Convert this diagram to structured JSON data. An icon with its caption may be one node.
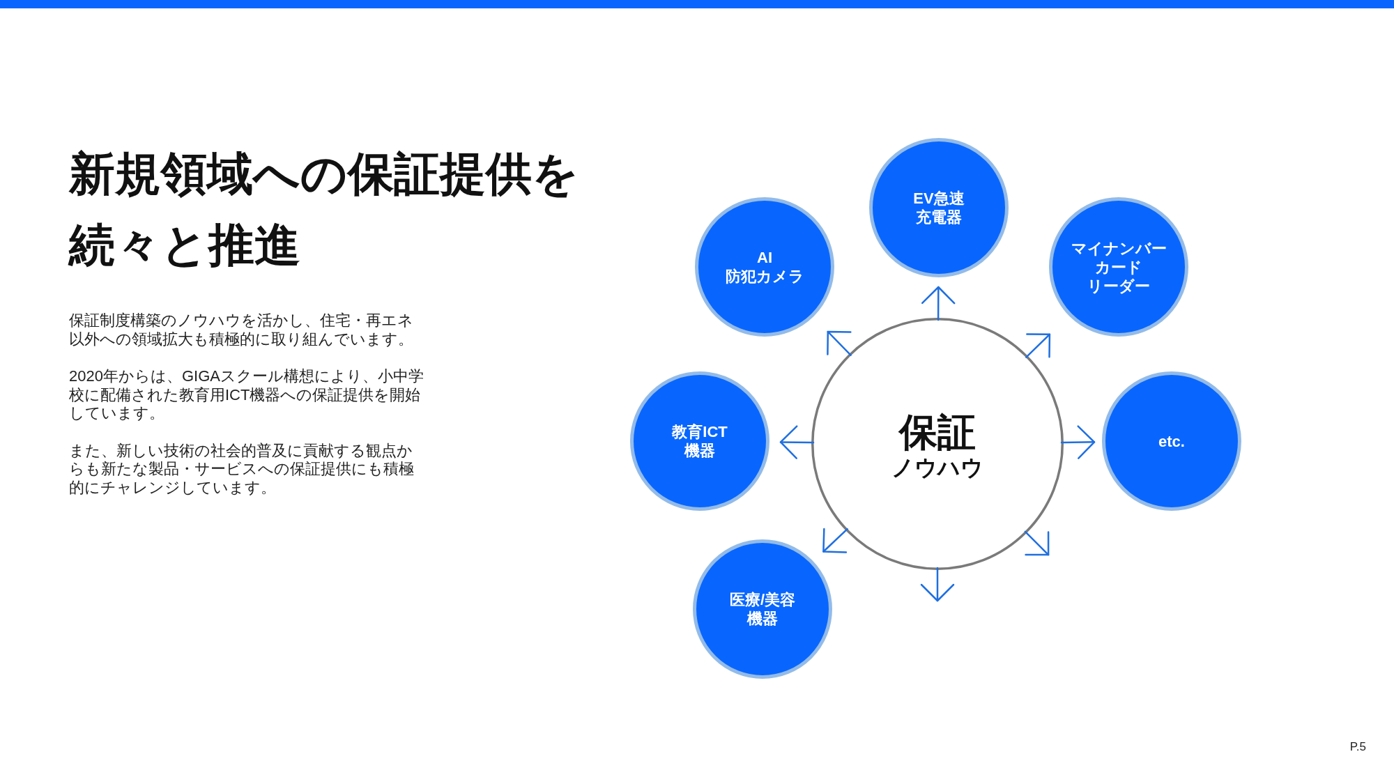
{
  "diagram": {
    "title": "新規領域への保証提供を続々と推進",
    "nodes": [
      {
        "text": [
          "EV急速充電器"
        ]
      },
      {
        "text": [
          "AI 防犯カメラ"
        ]
      },
      {
        "text": [
          "マイナンバーカードリーダー"
        ]
      },
      {
        "text": [
          "教育ICT機器"
        ]
      },
      {
        "text": [
          "保証",
          "ノウハウ"
        ]
      },
      {
        "text": [
          "etc."
        ]
      },
      {
        "text": [
          "医療/美容機器"
        ]
      }
    ],
    "edges": [
      {
        "from": 4,
        "to": 0,
        "arrow": "to"
      },
      {
        "from": 4,
        "to": 2,
        "arrow": "to"
      },
      {
        "from": 4,
        "to": 5,
        "arrow": "to"
      },
      {
        "from": 4,
        "to": null,
        "arrow": "to"
      },
      {
        "from": 4,
        "to": null,
        "arrow": "to"
      },
      {
        "from": 4,
        "to": 6,
        "arrow": "to"
      },
      {
        "from": 4,
        "to": 3,
        "arrow": "to"
      },
      {
        "from": 4,
        "to": 1,
        "arrow": "to"
      }
    ],
    "labels": [
      "保証制度構築のノウハウを活かし、住宅・再エネ以外への領域拡大も積極的に取り組んでいます。",
      "2020年からは、GIGAスクール構想により、小中学校に配備された教育用ICT機器への保証提供を開始しています。",
      "また、新しい技術の社会的普及に貢献する観点からも新たな製品・サービスへの保証提供にも積極的にチャレンジしています。",
      "P.5"
    ]
  }
}
